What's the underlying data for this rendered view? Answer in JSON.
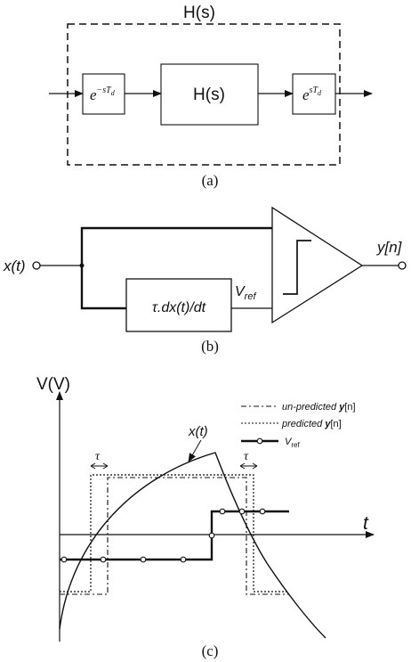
{
  "panel_a": {
    "outer_title": "H(s)",
    "left_block": "e",
    "left_block_exp": "−sT",
    "left_block_sub": "d",
    "center_block": "H(s)",
    "right_block": "e",
    "right_block_exp": "sT",
    "right_block_sub": "d",
    "caption": "(a)"
  },
  "panel_b": {
    "input_label": "x(t)",
    "derivative_block": "τ.dx(t)/dt",
    "vref_label": "V",
    "vref_sub": "ref",
    "output_label": "y[n]",
    "caption": "(b)"
  },
  "panel_c": {
    "y_axis_label": "V(V)",
    "x_axis_label": "t",
    "curve_label": "x(t)",
    "tau_left": "τ",
    "tau_right": "τ",
    "legend": {
      "unpredicted_prefix": "un-predicted ",
      "unpredicted_sig": "y",
      "unpredicted_idx": "[n]",
      "predicted_prefix": "predicted ",
      "predicted_sig": "y",
      "predicted_idx": "[n]",
      "vref_main": "V",
      "vref_sub": "ref"
    },
    "caption": "(c)"
  }
}
